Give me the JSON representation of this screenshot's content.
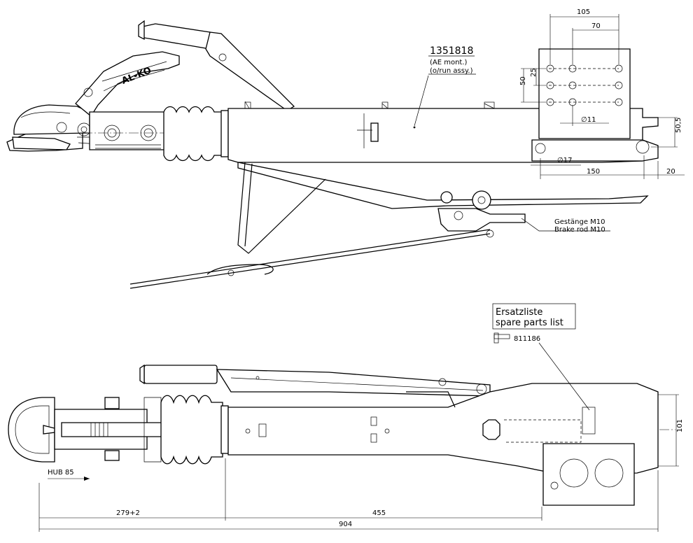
{
  "top_view": {
    "part_number": "1351818",
    "part_note_1": "(AE mont.)",
    "part_note_2": "(o/run assy.)",
    "handle_brand": "AL-KO",
    "dimensions": {
      "d105": "105",
      "d70": "70",
      "d50": "50",
      "d25": "25",
      "d11": "∅11",
      "d17": "∅17",
      "d150": "150",
      "d20": "20",
      "d50_5": "50,5"
    },
    "brake_rod_de": "Gestänge M10",
    "brake_rod_en": "Brake rod M10"
  },
  "bottom_view": {
    "spare_parts_de": "Ersatzliste",
    "spare_parts_en": "spare parts list",
    "spare_part_number": "811186",
    "stroke_label": "HUB 85",
    "dimensions": {
      "d101": "101",
      "d279": "279+2",
      "d455": "455",
      "d904": "904"
    }
  }
}
